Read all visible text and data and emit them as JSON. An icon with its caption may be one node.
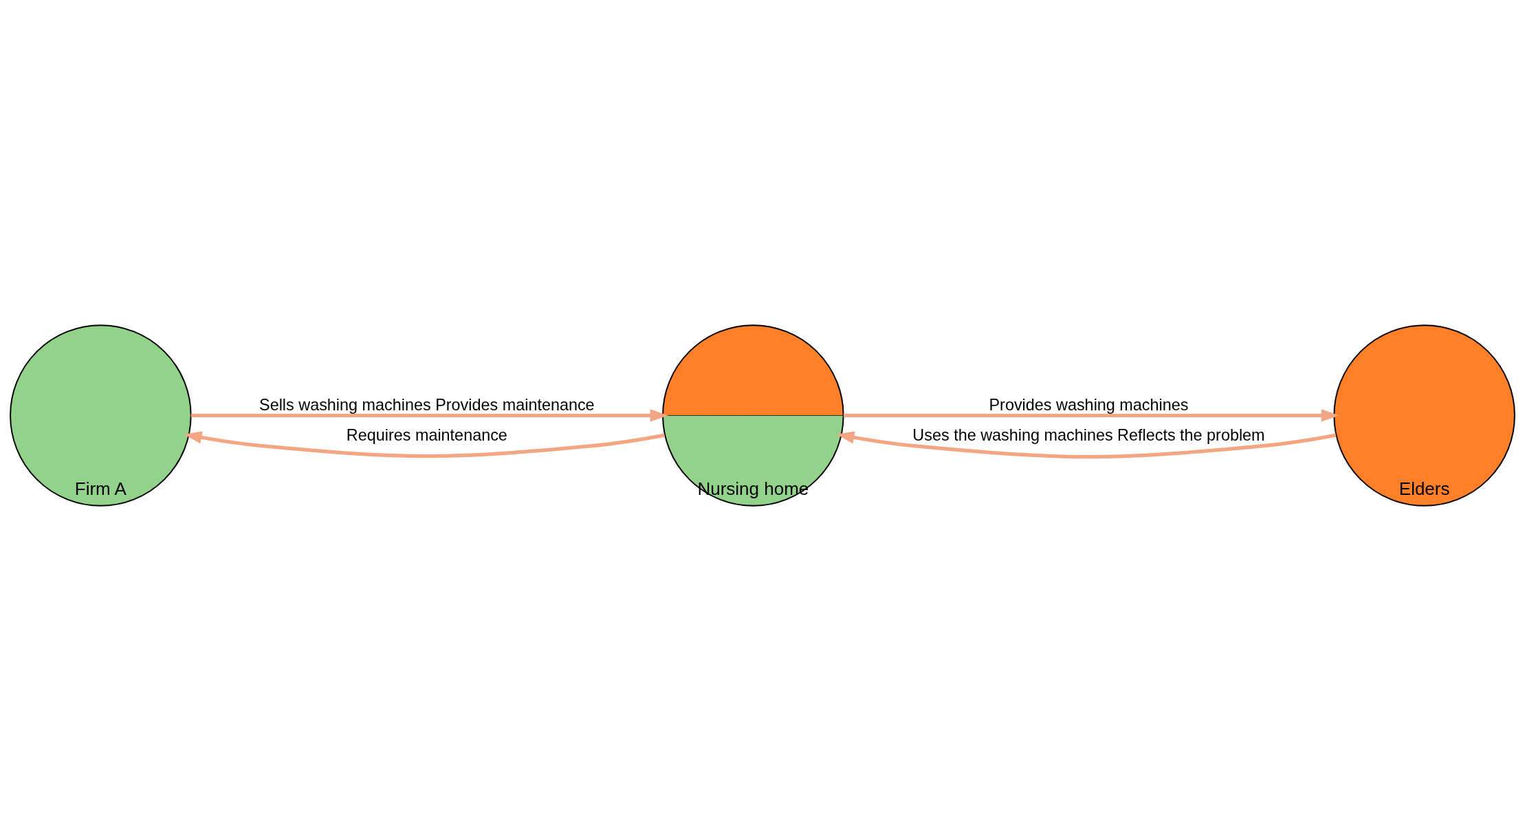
{
  "diagram": {
    "nodes": [
      {
        "text": [
          "Firm A"
        ]
      },
      {
        "text": [
          "Nursing home"
        ]
      },
      {
        "text": [
          "Elders"
        ]
      }
    ],
    "edges": [
      {
        "from": 0,
        "to": 1,
        "arrow": "to",
        "label": "Sells washing machines Provides maintenance"
      },
      {
        "from": 1,
        "to": 2,
        "arrow": "to",
        "label": "Provides washing machines"
      },
      {
        "from": 2,
        "to": 1,
        "arrow": "to",
        "label": "Uses the washing machines Reflects the problem"
      },
      {
        "from": 1,
        "to": 0,
        "arrow": "to",
        "label": "Requires maintenance"
      }
    ]
  }
}
